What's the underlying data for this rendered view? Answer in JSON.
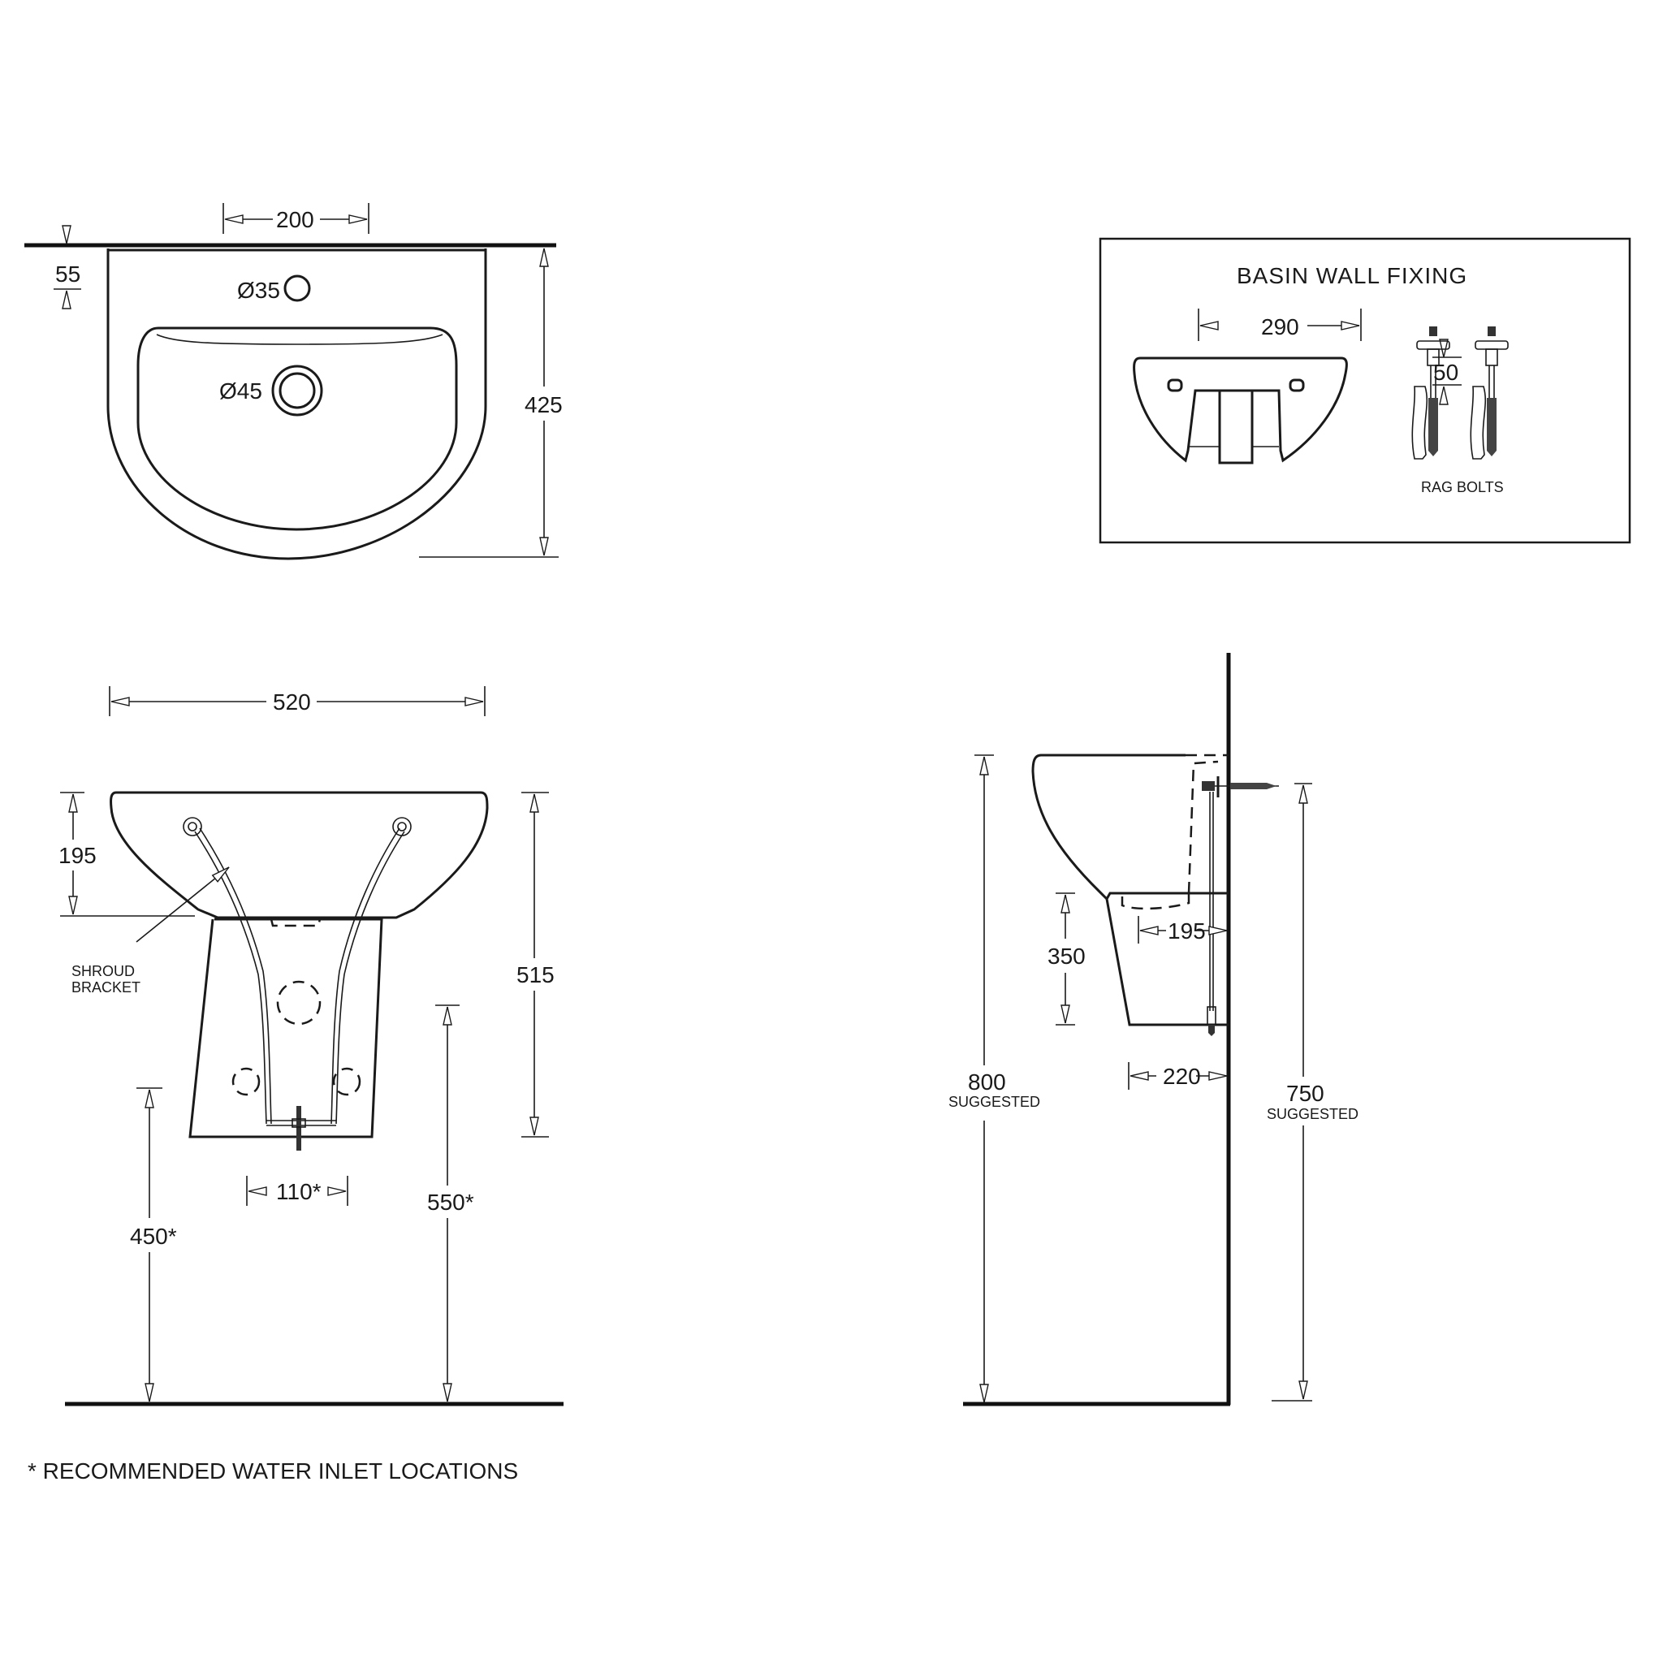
{
  "plan_view": {
    "dim_tap_spacing": "200",
    "dim_backsplash": "55",
    "tap_hole_label": "Ø35",
    "waste_hole_label": "Ø45",
    "dim_depth": "425"
  },
  "wall_fixing_panel": {
    "title": "BASIN WALL FIXING",
    "dim_fixing_spacing": "290",
    "dim_fixing_height": "50",
    "rag_bolts_label": "RAG BOLTS"
  },
  "front_view": {
    "dim_width": "520",
    "dim_bowl_height": "195",
    "dim_overall_height": "515",
    "shroud_bracket_label_line1": "SHROUD",
    "shroud_bracket_label_line2": "BRACKET",
    "dim_inlet_spacing": "110*",
    "dim_inlet_height_low": "450*",
    "dim_inlet_height_high": "550*"
  },
  "side_view": {
    "dim_rim_height": "800",
    "dim_rim_height_note": "SUGGESTED",
    "dim_shroud_height": "350",
    "dim_bolt_offset": "195",
    "dim_projection": "220",
    "dim_fixing_height": "750",
    "dim_fixing_height_note": "SUGGESTED"
  },
  "footnote": "* RECOMMENDED WATER INLET LOCATIONS"
}
